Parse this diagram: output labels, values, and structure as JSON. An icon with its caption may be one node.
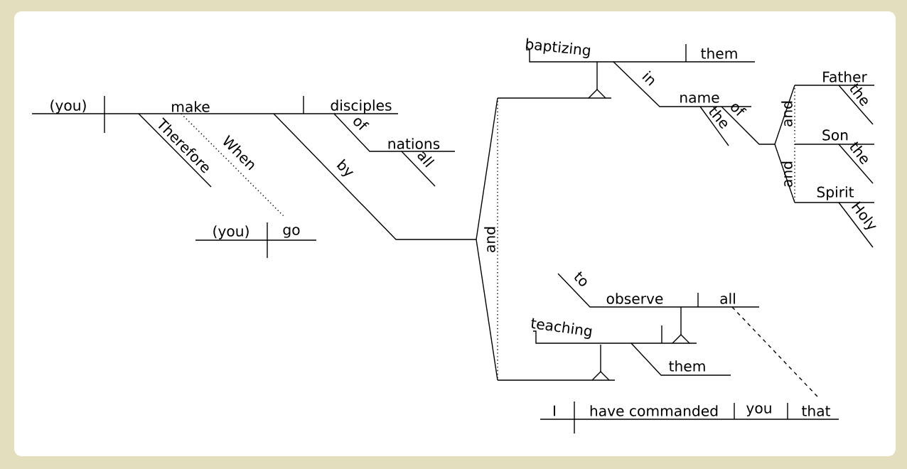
{
  "diagram": {
    "labels": [
      "(you)",
      "make",
      "disciples",
      "Therefore",
      "When",
      "of",
      "nations",
      "all",
      "by",
      "(you)",
      "go",
      "baptizing",
      "them",
      "in",
      "name",
      "the",
      "of",
      "Father",
      "the",
      "and",
      "Son",
      "the",
      "and",
      "Spirit",
      "Holy",
      "and",
      "to",
      "observe",
      "all",
      "teaching",
      "them",
      "I",
      "have commanded",
      "you",
      "that"
    ]
  }
}
